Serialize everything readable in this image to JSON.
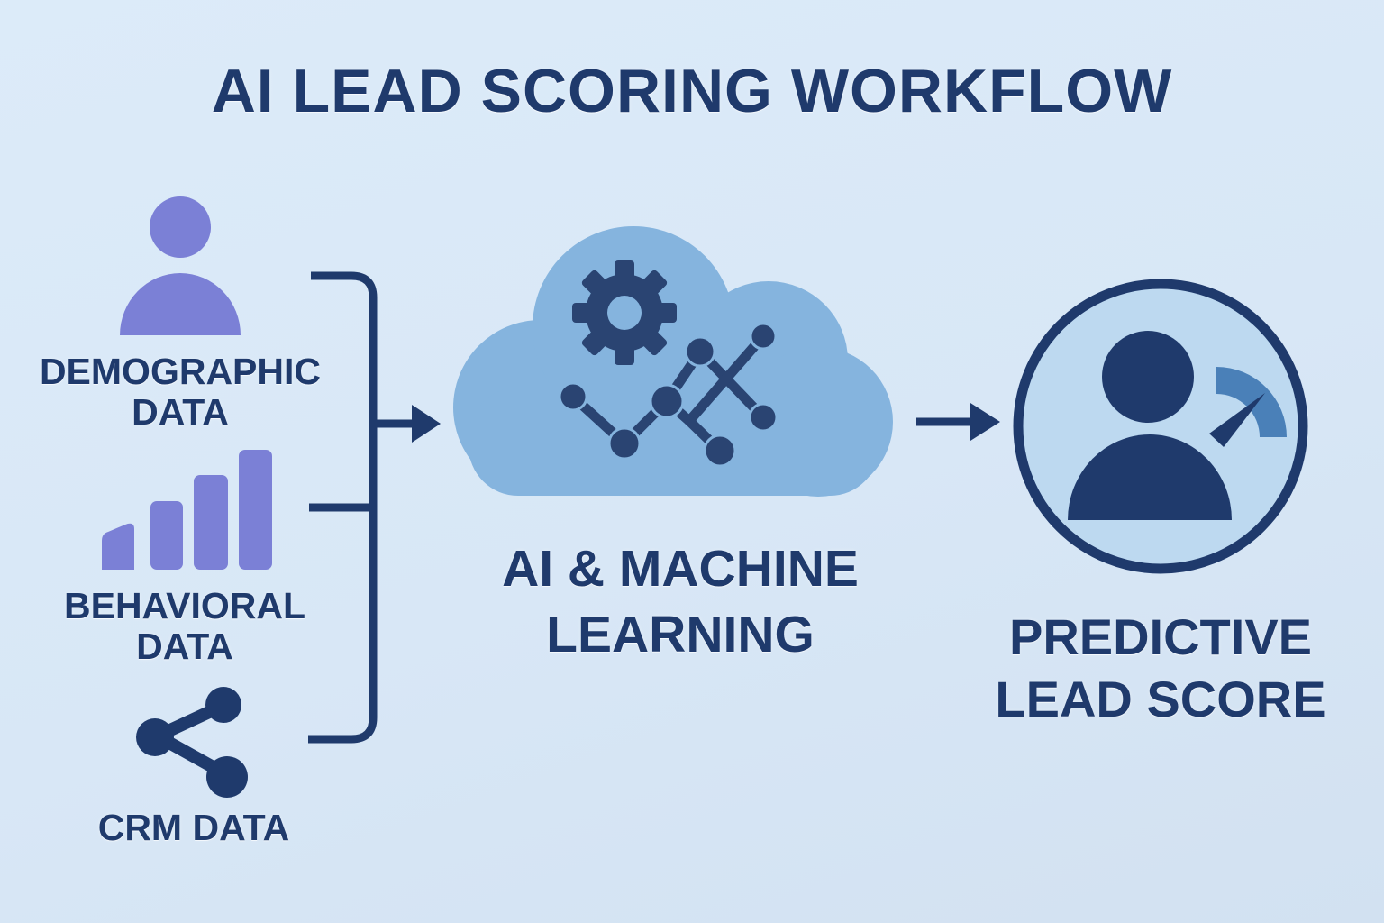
{
  "title": "AI LEAD SCORING WORKFLOW",
  "nodes": {
    "demographic": {
      "icon": "person-icon",
      "label": "DEMOGRAPHIC\nDATA"
    },
    "behavioral": {
      "icon": "bar-chart-icon",
      "label": "BEHAVIORAL\nDATA"
    },
    "crm": {
      "icon": "network-share-icon",
      "label": "CRM DATA"
    },
    "ai_ml": {
      "icon": "cloud-gear-network-icon",
      "label": "AI & MACHINE\nLEARNING"
    },
    "score": {
      "icon": "person-gauge-icon",
      "label": "PREDICTIVE\nLEAD SCORE"
    }
  },
  "flow": [
    [
      "demographic",
      "ai_ml"
    ],
    [
      "behavioral",
      "ai_ml"
    ],
    [
      "crm",
      "ai_ml"
    ],
    [
      "ai_ml",
      "score"
    ]
  ],
  "colors": {
    "bg": "#d8e7f6",
    "navy": "#1f3a6c",
    "icon_navy": "#2a4472",
    "purple": "#7b80d6",
    "cloud": "#85b4de",
    "circle_fill": "#bdd9f0",
    "gauge": "#4a80b8"
  }
}
